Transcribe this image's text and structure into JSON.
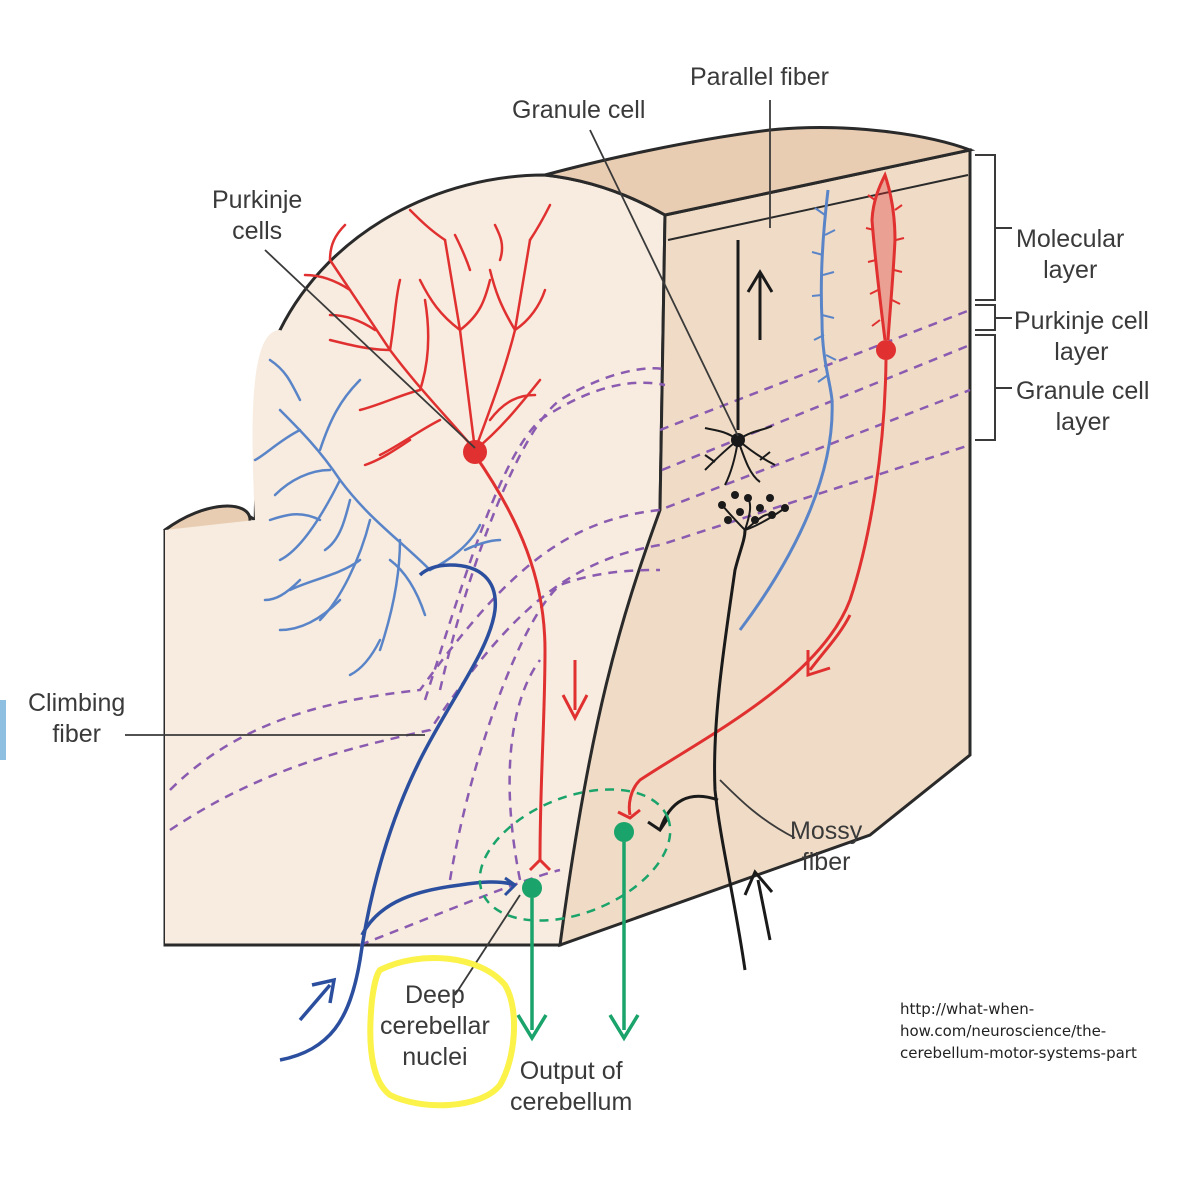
{
  "labels": {
    "parallel_fiber": "Parallel fiber",
    "granule_cell": "Granule cell",
    "purkinje_cells": [
      "Purkinje",
      "cells"
    ],
    "molecular_layer": [
      "Molecular",
      "layer"
    ],
    "purkinje_cell_layer": [
      "Purkinje cell",
      "layer"
    ],
    "granule_cell_layer": [
      "Granule cell",
      "layer"
    ],
    "climbing_fiber": [
      "Climbing",
      "fiber"
    ],
    "mossy_fiber": [
      "Mossy",
      "fiber"
    ],
    "deep_cerebellar_nuclei": [
      "Deep",
      "cerebellar",
      "nuclei"
    ],
    "output_of_cerebellum": [
      "Output of",
      "cerebellum"
    ]
  },
  "source_url": [
    "http://what-when-",
    "how.com/neuroscience/the-",
    "cerebellum-motor-systems-part"
  ],
  "colors": {
    "tissue_face": "#f7ecdf",
    "tissue_side": "#f0dcc6",
    "tissue_top": "#e9cdb3",
    "outline": "#2a2a2a",
    "purkinje": "#e03030",
    "climbing_fiber": "#2b4f9e",
    "climbing_dendrite": "#5a84c8",
    "granule_mossy": "#1a1a1a",
    "deep_nuclei": "#1aa36a",
    "layer_boundary": "#8a5bb0",
    "highlight": "#fbf24a"
  }
}
